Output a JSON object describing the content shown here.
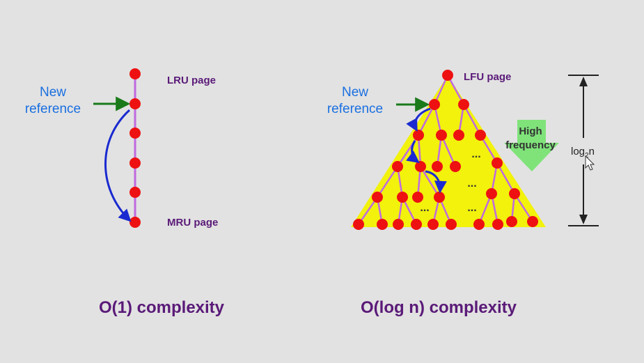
{
  "colors": {
    "background": "#e2e2e2",
    "node": "#ee1111",
    "edge": "#c06adf",
    "arrow_green": "#1a7a1a",
    "arrow_blue": "#1a2ad0",
    "triangle_fill": "#f2f20c",
    "hf_arrow": "#7fe37a",
    "label_blue": "#1a6fe0",
    "label_purple": "#5a1a78"
  },
  "left": {
    "new_ref_line1": "New",
    "new_ref_line2": "reference",
    "top_label": "LRU page",
    "bottom_label": "MRU page",
    "caption": "O(1) complexity"
  },
  "right": {
    "new_ref_line1": "New",
    "new_ref_line2": "reference",
    "top_label": "LFU page",
    "hf_line1": "High",
    "hf_line2": "frequency",
    "height_label_base": "log",
    "height_label_sub": "2",
    "height_label_tail": "n",
    "ellipsis": "...",
    "caption": "O(log n) complexity"
  },
  "icons": [
    "cursor-icon"
  ]
}
